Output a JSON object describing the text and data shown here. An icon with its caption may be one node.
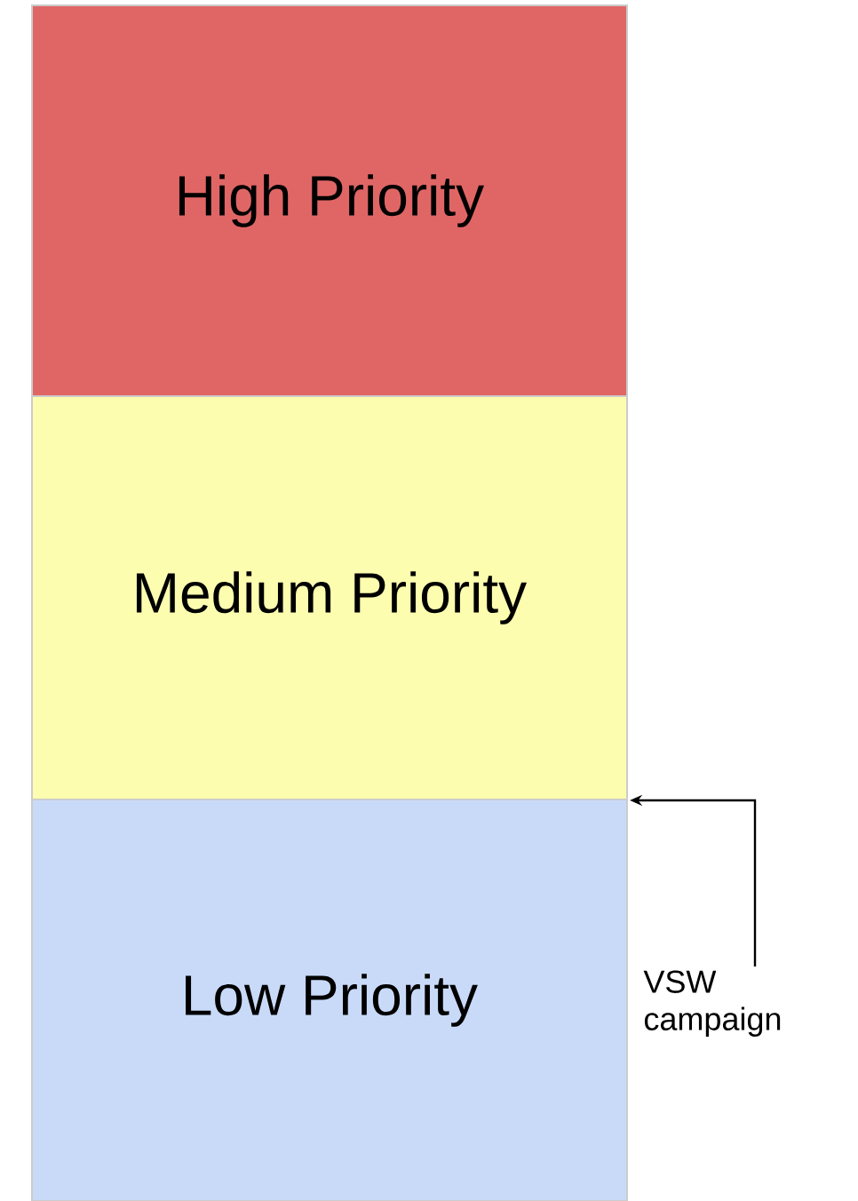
{
  "diagram": {
    "nodes": [
      {
        "text": [
          "High Priority"
        ]
      },
      {
        "text": [
          "Medium Priority"
        ]
      },
      {
        "text": [
          "Low Priority"
        ]
      },
      {
        "text": [
          "VSW campaign"
        ]
      }
    ],
    "edges": [
      {
        "from": 3,
        "to": 1,
        "arrow": "to"
      }
    ]
  }
}
